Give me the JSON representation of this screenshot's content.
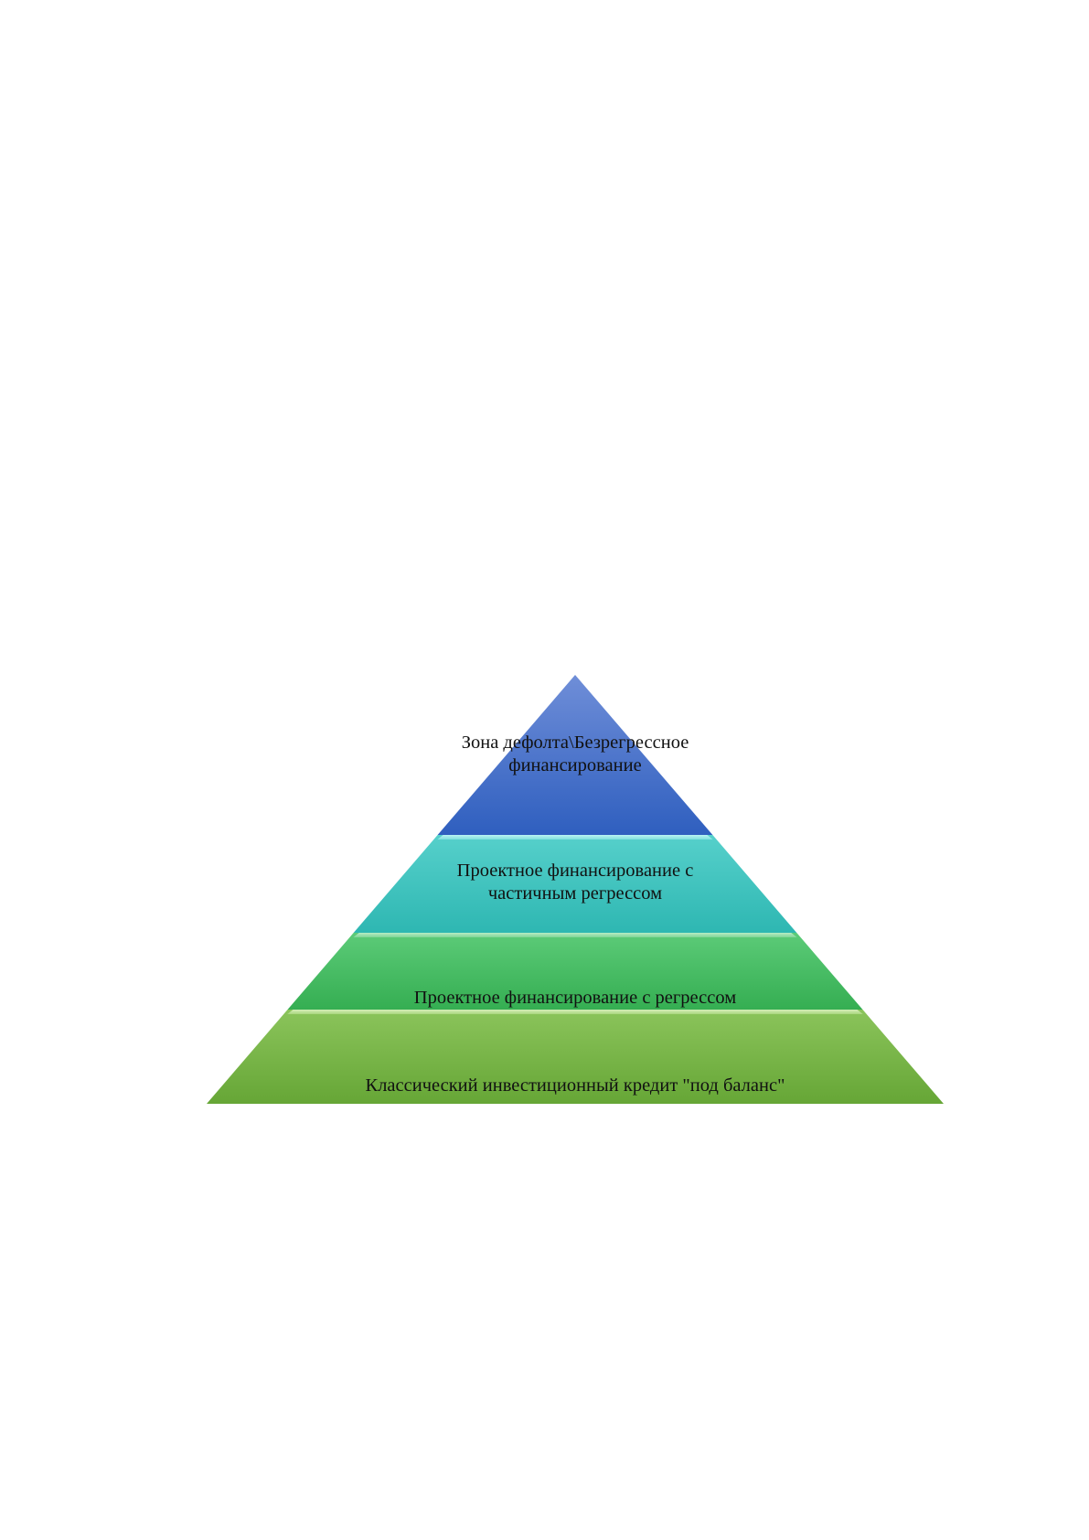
{
  "diagram": {
    "type": "pyramid",
    "tiers": [
      {
        "lines": [
          "Зона дефолта\\Безрегрессное",
          "финансирование"
        ],
        "color": "#3a67c4"
      },
      {
        "lines": [
          "Проектное финансирование с",
          "частичным регрессом"
        ],
        "color": "#3cc1bd"
      },
      {
        "lines": [
          "Проектное финансирование с регрессом"
        ],
        "color": "#3fbb5e"
      },
      {
        "lines": [
          "Классический инвестиционный кредит \"под баланс\""
        ],
        "color": "#73b040"
      }
    ]
  }
}
